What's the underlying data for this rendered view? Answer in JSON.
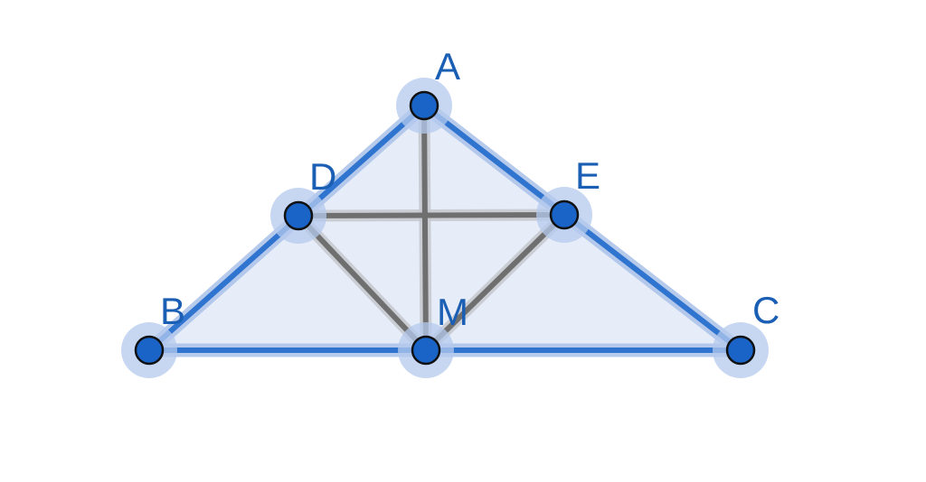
{
  "points": [
    {
      "id": "A",
      "label": "A"
    },
    {
      "id": "B",
      "label": "B"
    },
    {
      "id": "C",
      "label": "C"
    },
    {
      "id": "D",
      "label": "D"
    },
    {
      "id": "E",
      "label": "E"
    },
    {
      "id": "M",
      "label": "M"
    }
  ],
  "triangle": [
    "A",
    "B",
    "C"
  ],
  "segments": [
    [
      "D",
      "E"
    ],
    [
      "A",
      "M"
    ],
    [
      "D",
      "M"
    ],
    [
      "E",
      "M"
    ]
  ],
  "colors": {
    "fill": "#e6edf8",
    "side": "#2f74cf",
    "segment": "#6f6f6f",
    "point": "#1a64c8",
    "label": "#1a5fb4"
  }
}
